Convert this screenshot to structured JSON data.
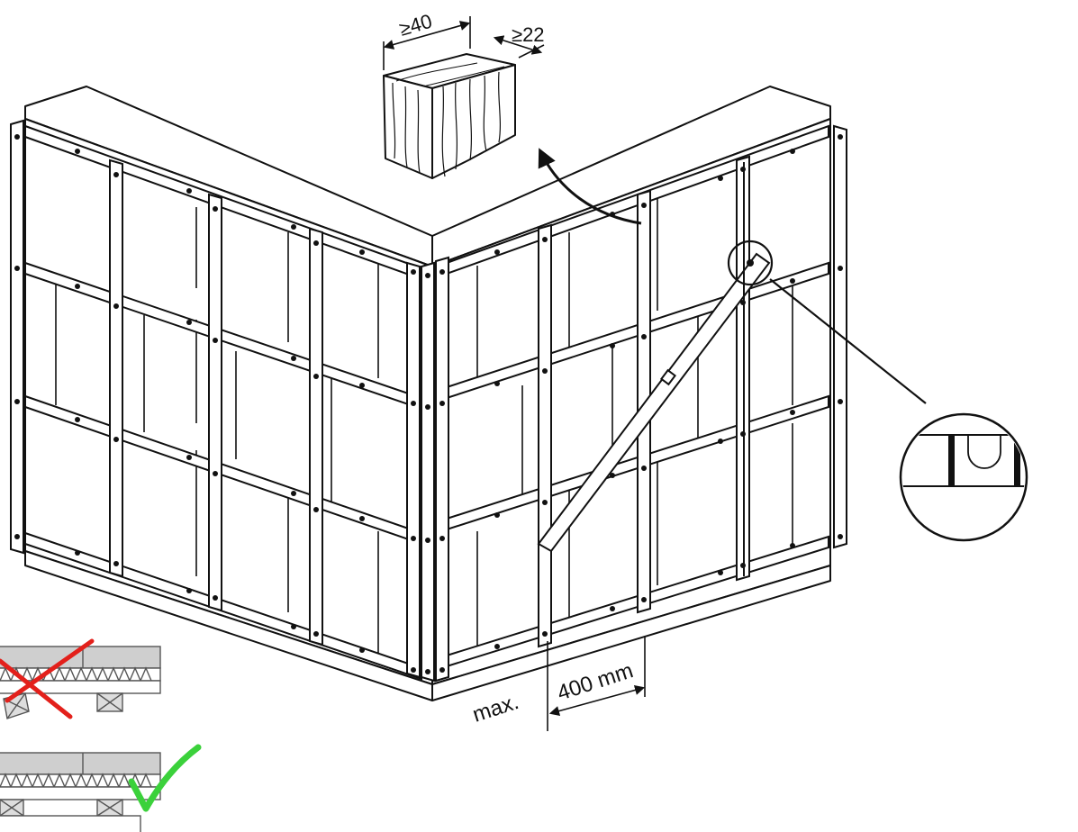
{
  "labels": {
    "batten_width": "≥40",
    "batten_thickness": "≥22",
    "max_prefix": "max.",
    "spacing": "400 mm"
  },
  "colors": {
    "stroke": "#111111",
    "panel": "#ffffff",
    "insulation": "#cfcfcf",
    "wrong_mark": "#e3201b",
    "correct_mark": "#3bd13b"
  },
  "icons": {
    "detail": "level-bubble-icon",
    "wrong": "cross-icon",
    "correct": "checkmark-icon"
  }
}
